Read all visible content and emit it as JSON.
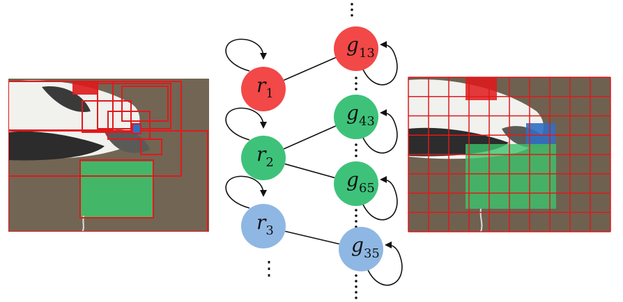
{
  "colors": {
    "red": "#f24848",
    "green": "#3ec27a",
    "blue": "#8fb7e3",
    "box_red": "#e0191b",
    "box_green": "#3cc46c",
    "box_blue": "#2f6fc4",
    "grid_line": "#e0191b",
    "carpet": "#6e6150",
    "cat_white": "#f1f1ee",
    "cat_dark": "#2c2c2c",
    "edge": "#111111"
  },
  "region_nodes": [
    {
      "id": "r1",
      "letter": "r",
      "sub": "1",
      "color": "red"
    },
    {
      "id": "r2",
      "letter": "r",
      "sub": "2",
      "color": "green"
    },
    {
      "id": "r3",
      "letter": "r",
      "sub": "3",
      "color": "blue"
    }
  ],
  "grid_nodes": [
    {
      "id": "g13",
      "letter": "g",
      "sub": "13",
      "color": "red"
    },
    {
      "id": "g43",
      "letter": "g",
      "sub": "43",
      "color": "green"
    },
    {
      "id": "g65",
      "letter": "g",
      "sub": "65",
      "color": "green"
    },
    {
      "id": "g35",
      "letter": "g",
      "sub": "35",
      "color": "blue"
    }
  ],
  "edges": [
    {
      "from": "r1",
      "to": "g13"
    },
    {
      "from": "r2",
      "to": "g43"
    },
    {
      "from": "r2",
      "to": "g65"
    },
    {
      "from": "r3",
      "to": "g35"
    }
  ],
  "self_loops": [
    "r1",
    "r2",
    "r3",
    "g13",
    "g43",
    "g65",
    "g35"
  ],
  "ellipsis": "⋮",
  "left_image": {
    "name": "region-proposals-photo"
  },
  "right_image": {
    "name": "grid-cells-photo",
    "grid_cols": 10,
    "grid_rows": 8
  }
}
